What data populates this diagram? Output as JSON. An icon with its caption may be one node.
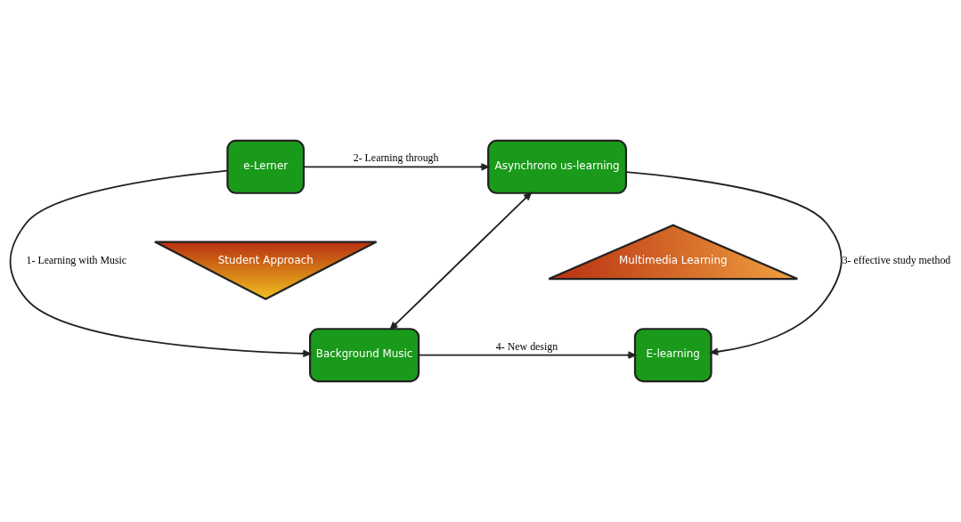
{
  "diagram": {
    "nodes": [
      {
        "text": [
          "e-Lerner"
        ]
      },
      {
        "text": [
          "Asynchrono us-learning"
        ]
      },
      {
        "text": [
          "Student Approach"
        ]
      },
      {
        "text": [
          "Multimedia Learning"
        ]
      },
      {
        "text": [
          "Background Music"
        ]
      },
      {
        "text": [
          "E-learning"
        ]
      }
    ],
    "edges": [
      {
        "from": 0,
        "to": 1,
        "arrow": "to",
        "label": "2- Learning through"
      },
      {
        "from": 0,
        "to": 4,
        "arrow": "to",
        "label": "1- Learning with Music"
      },
      {
        "from": 1,
        "to": 5,
        "arrow": "to",
        "label": "3- effective study method"
      },
      {
        "from": 1,
        "to": 4,
        "arrow": "both"
      },
      {
        "from": 4,
        "to": 5,
        "arrow": "to",
        "label": "4- New design"
      }
    ]
  }
}
